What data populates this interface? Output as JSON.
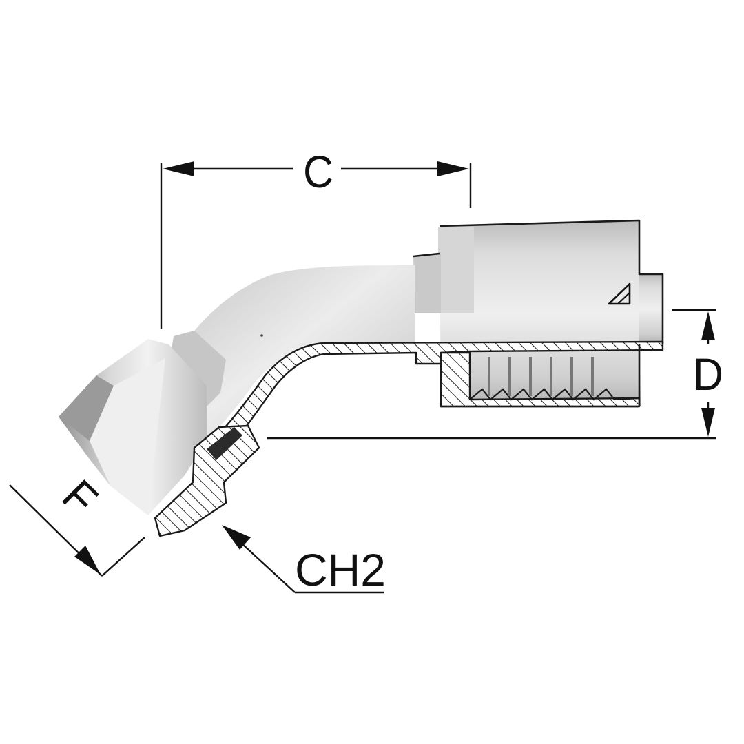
{
  "labels": {
    "c": "C",
    "d": "D",
    "f": "F",
    "ch2": "CH2"
  },
  "colors": {
    "metal_light": "#e6e6e6",
    "metal_mid": "#c4c4c4",
    "metal_dark": "#9c9c9c",
    "line": "#111111"
  },
  "icons": {
    "brand_mark": "triangle-logo-icon"
  }
}
